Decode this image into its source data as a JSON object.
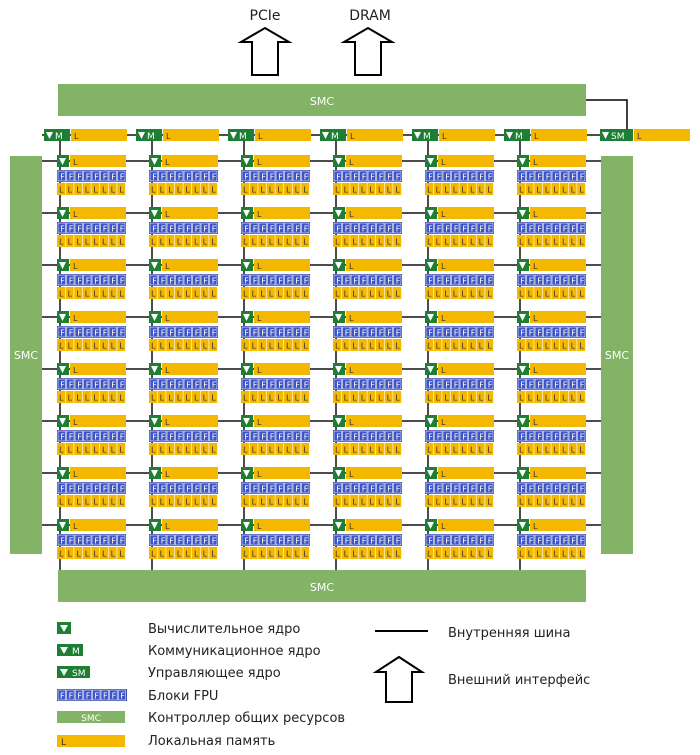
{
  "external": {
    "pcie_label": "PCIe",
    "dram_label": "DRAM"
  },
  "smc": {
    "label": "SMC"
  },
  "block": {
    "core_m": "M",
    "core_sm": "SM",
    "fpu_letter": "F",
    "local_letter": "L"
  },
  "grid": {
    "columns": 6,
    "rows": 8,
    "fpus_per_tile": 8,
    "locals_per_tile": 8
  },
  "legend": {
    "items": [
      {
        "key": "compute-core",
        "label": "Вычислительное ядро",
        "swatch_text": ""
      },
      {
        "key": "comm-core",
        "label": "Коммуникационное ядро",
        "swatch_text": "M"
      },
      {
        "key": "control-core",
        "label": "Управляющее ядро",
        "swatch_text": "SM"
      },
      {
        "key": "fpu-blocks",
        "label": "Блоки FPU",
        "swatch_text": "FFFFFFFF"
      },
      {
        "key": "smc",
        "label": "Контроллер общих ресурсов",
        "swatch_text": "SMC"
      },
      {
        "key": "local-memory",
        "label": "Локальная память",
        "swatch_text": "L"
      }
    ],
    "bus_label": "Внутренняя шина",
    "interface_label": "Внешний интерфейс"
  },
  "colors": {
    "smc": "#82b366",
    "core": "#1e7e34",
    "fpu": "#2a3c9e",
    "local": "#f5b800",
    "line": "#111111"
  }
}
